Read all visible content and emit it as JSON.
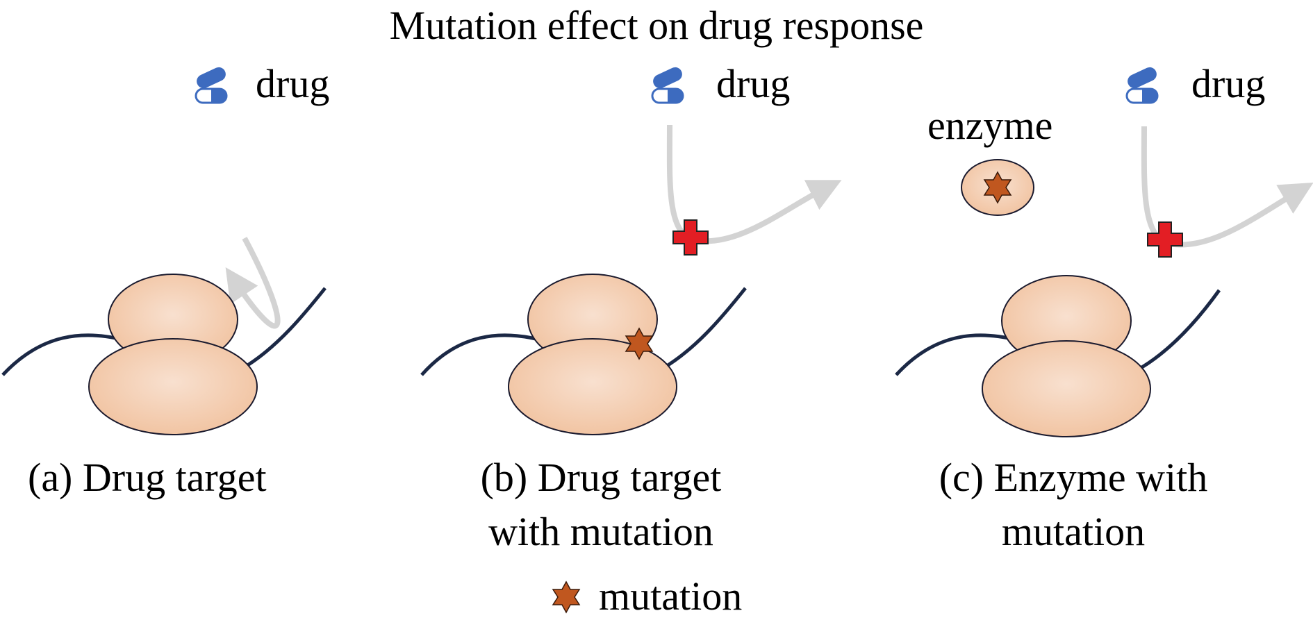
{
  "title": "Mutation effect on drug response",
  "panels": [
    {
      "id": "a",
      "drug_label": "drug",
      "caption": "(a) Drug target",
      "blocked": false,
      "mutation_on_target": false
    },
    {
      "id": "b",
      "drug_label": "drug",
      "caption_line1": "(b) Drug target",
      "caption_line2": "with mutation",
      "blocked": true,
      "mutation_on_target": true
    },
    {
      "id": "c",
      "drug_label": "drug",
      "enzyme_label": "enzyme",
      "caption_line1": "(c) Enzyme with",
      "caption_line2": "mutation",
      "blocked": true,
      "mutation_on_enzyme": true
    }
  ],
  "legend": {
    "mutation_label": "mutation",
    "icon": "mutation-star-icon"
  },
  "icons": {
    "drug": "capsule-icon",
    "block": "red-cross-icon",
    "mutation": "star-icon"
  },
  "colors": {
    "protein_fill": "#f3c9a8",
    "protein_stroke": "#1a1a2e",
    "strand": "#1b2845",
    "arrow": "#d3d3d3",
    "block": "#e31e24",
    "mutation": "#c0571f",
    "capsule": "#3d6bbf"
  }
}
